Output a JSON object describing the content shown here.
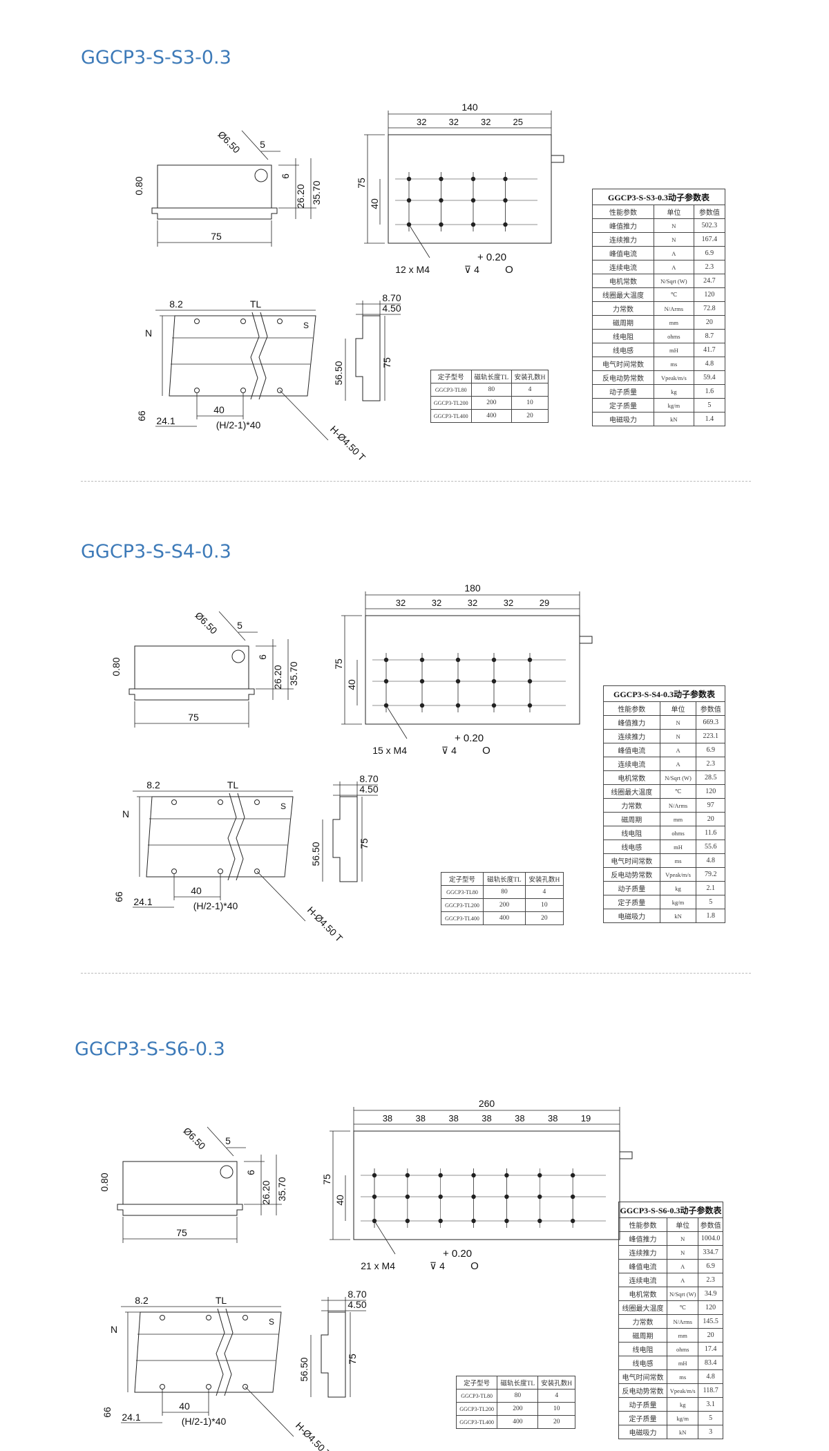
{
  "common_labels": {
    "hole_dia": "Ø6.50",
    "hole_offset": "5",
    "step": "6",
    "plate": "0.80",
    "h1": "26.20",
    "h2": "35.70",
    "width": "75",
    "plan_height": "75",
    "row_pitch": "40",
    "tolerance": "+ 0.20",
    "depth_symbol": "⊽",
    "depth": "4",
    "tol_zero": "O",
    "stator_offset": "8.2",
    "stator_len": "TL",
    "pole_n": "N",
    "pole_s": "S",
    "side_w1": "8.70",
    "side_w2": "4.50",
    "side_h1": "56.50",
    "side_h2": "75",
    "pitch": "40",
    "end_height": "66",
    "end_offset": "24.1",
    "pitch_formula": "(H/2-1)*40",
    "stator_holes": "H-Ø4.50 T"
  },
  "sections": [
    {
      "title": "GGCP3-S-S3-0.3",
      "drawing": {
        "length": "140",
        "spacings": [
          "32",
          "32",
          "32",
          "25"
        ],
        "columns": 4,
        "hole_count": "12 x M4"
      },
      "param_table": {
        "title": "GGCP3-S-S3-0.3动子参数表",
        "headers": [
          "性能参数",
          "单位",
          "参数值"
        ],
        "rows": [
          [
            "峰值推力",
            "N",
            "502.3"
          ],
          [
            "连续推力",
            "N",
            "167.4"
          ],
          [
            "峰值电流",
            "A",
            "6.9"
          ],
          [
            "连续电流",
            "A",
            "2.3"
          ],
          [
            "电机常数",
            "N/Sqrt (W)",
            "24.7"
          ],
          [
            "线圈最大温度",
            "℃",
            "120"
          ],
          [
            "力常数",
            "N/Arms",
            "72.8"
          ],
          [
            "磁周期",
            "mm",
            "20"
          ],
          [
            "线电阻",
            "ohms",
            "8.7"
          ],
          [
            "线电感",
            "mH",
            "41.7"
          ],
          [
            "电气时间常数",
            "ms",
            "4.8"
          ],
          [
            "反电动势常数",
            "Vpeak/m/s",
            "59.4"
          ],
          [
            "动子质量",
            "kg",
            "1.6"
          ],
          [
            "定子质量",
            "kg/m",
            "5"
          ],
          [
            "电磁吸力",
            "kN",
            "1.4"
          ]
        ]
      },
      "stator_table": {
        "headers": [
          "定子型号",
          "磁轨长度TL",
          "安装孔数H"
        ],
        "rows": [
          [
            "GGCP3-TL80",
            "80",
            "4"
          ],
          [
            "GGCP3-TL200",
            "200",
            "10"
          ],
          [
            "GGCP3-TL400",
            "400",
            "20"
          ]
        ]
      }
    },
    {
      "title": "GGCP3-S-S4-0.3",
      "drawing": {
        "length": "180",
        "spacings": [
          "32",
          "32",
          "32",
          "32",
          "29"
        ],
        "columns": 5,
        "hole_count": "15 x M4"
      },
      "param_table": {
        "title": "GGCP3-S-S4-0.3动子参数表",
        "headers": [
          "性能参数",
          "单位",
          "参数值"
        ],
        "rows": [
          [
            "峰值推力",
            "N",
            "669.3"
          ],
          [
            "连续推力",
            "N",
            "223.1"
          ],
          [
            "峰值电流",
            "A",
            "6.9"
          ],
          [
            "连续电流",
            "A",
            "2.3"
          ],
          [
            "电机常数",
            "N/Sqrt (W)",
            "28.5"
          ],
          [
            "线圈最大温度",
            "℃",
            "120"
          ],
          [
            "力常数",
            "N/Arms",
            "97"
          ],
          [
            "磁周期",
            "mm",
            "20"
          ],
          [
            "线电阻",
            "ohms",
            "11.6"
          ],
          [
            "线电感",
            "mH",
            "55.6"
          ],
          [
            "电气时间常数",
            "ms",
            "4.8"
          ],
          [
            "反电动势常数",
            "Vpeak/m/s",
            "79.2"
          ],
          [
            "动子质量",
            "kg",
            "2.1"
          ],
          [
            "定子质量",
            "kg/m",
            "5"
          ],
          [
            "电磁吸力",
            "kN",
            "1.8"
          ]
        ]
      },
      "stator_table": {
        "headers": [
          "定子型号",
          "磁轨长度TL",
          "安装孔数H"
        ],
        "rows": [
          [
            "GGCP3-TL80",
            "80",
            "4"
          ],
          [
            "GGCP3-TL200",
            "200",
            "10"
          ],
          [
            "GGCP3-TL400",
            "400",
            "20"
          ]
        ]
      }
    },
    {
      "title": "GGCP3-S-S6-0.3",
      "drawing": {
        "length": "260",
        "spacings": [
          "38",
          "38",
          "38",
          "38",
          "38",
          "38",
          "19"
        ],
        "columns": 7,
        "hole_count": "21 x M4"
      },
      "param_table": {
        "title": "GGCP3-S-S6-0.3动子参数表",
        "headers": [
          "性能参数",
          "单位",
          "参数值"
        ],
        "rows": [
          [
            "峰值推力",
            "N",
            "1004.0"
          ],
          [
            "连续推力",
            "N",
            "334.7"
          ],
          [
            "峰值电流",
            "A",
            "6.9"
          ],
          [
            "连续电流",
            "A",
            "2.3"
          ],
          [
            "电机常数",
            "N/Sqrt (W)",
            "34.9"
          ],
          [
            "线圈最大温度",
            "℃",
            "120"
          ],
          [
            "力常数",
            "N/Arms",
            "145.5"
          ],
          [
            "磁周期",
            "mm",
            "20"
          ],
          [
            "线电阻",
            "ohms",
            "17.4"
          ],
          [
            "线电感",
            "mH",
            "83.4"
          ],
          [
            "电气时间常数",
            "ms",
            "4.8"
          ],
          [
            "反电动势常数",
            "Vpeak/m/s",
            "118.7"
          ],
          [
            "动子质量",
            "kg",
            "3.1"
          ],
          [
            "定子质量",
            "kg/m",
            "5"
          ],
          [
            "电磁吸力",
            "kN",
            "3"
          ]
        ]
      },
      "stator_table": {
        "headers": [
          "定子型号",
          "磁轨长度TL",
          "安装孔数H"
        ],
        "rows": [
          [
            "GGCP3-TL80",
            "80",
            "4"
          ],
          [
            "GGCP3-TL200",
            "200",
            "10"
          ],
          [
            "GGCP3-TL400",
            "400",
            "20"
          ]
        ]
      }
    }
  ]
}
